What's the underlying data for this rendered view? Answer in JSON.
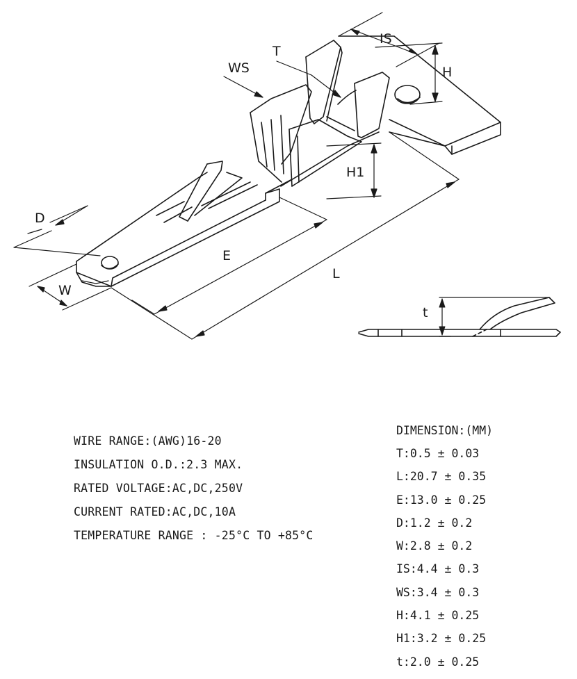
{
  "drawing": {
    "labels": {
      "is": "IS",
      "t": "T",
      "ws": "WS",
      "h": "H",
      "h1": "H1",
      "d": "D",
      "e": "E",
      "l": "L",
      "w": "W",
      "t_small": "t"
    }
  },
  "specs": [
    "WIRE RANGE:(AWG)16-20",
    "INSULATION O.D.:2.3 MAX.",
    "RATED VOLTAGE:AC,DC,250V",
    "CURRENT RATED:AC,DC,10A",
    "TEMPERATURE RANGE : -25°C TO +85°C"
  ],
  "dimensions": {
    "title": "DIMENSION:(MM)",
    "rows": [
      "T:0.5 ± 0.03",
      "L:20.7 ± 0.35",
      "E:13.0 ± 0.25",
      "D:1.2 ± 0.2",
      "W:2.8 ± 0.2",
      "IS:4.4 ± 0.3",
      "WS:3.4 ± 0.3",
      "H:4.1 ± 0.25",
      "H1:3.2 ± 0.25",
      "t:2.0 ± 0.25"
    ]
  }
}
